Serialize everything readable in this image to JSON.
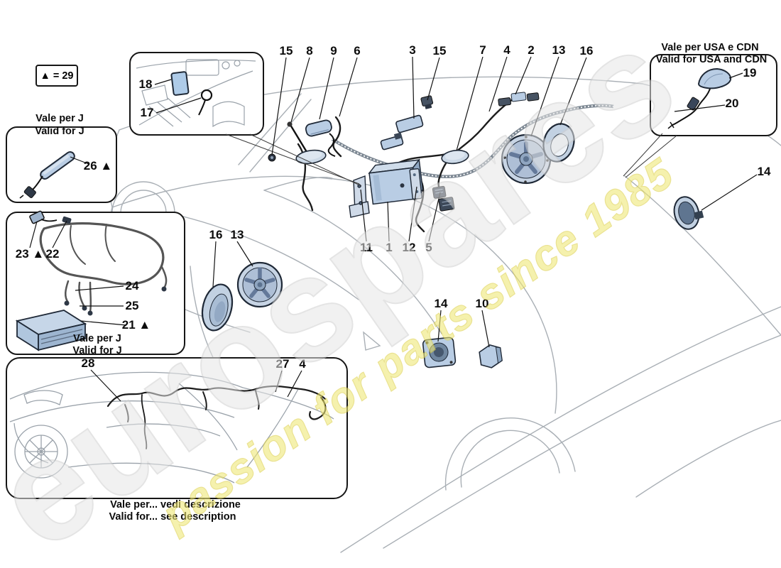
{
  "legend": {
    "note": "▲ = 29"
  },
  "watermark": {
    "brand": "eurospares",
    "tagline": "passion for parts since 1985",
    "brand_color": "#e6e6e6",
    "tagline_color": "#efe878"
  },
  "insets": {
    "engine_bay": {
      "description": "engine-bay mounting location detail"
    },
    "j_antenna": {
      "title1": "Vale per J",
      "title2": "Valid for J"
    },
    "j_harness": {
      "caption1": "Vale per J",
      "caption2": "Valid for J"
    },
    "usa_cdn": {
      "title1": "Vale per USA e CDN",
      "title2": "Valid for USA and CDN"
    },
    "bottom": {
      "caption1": "Vale per... vedi descrizione",
      "caption2": "Valid for... see description"
    }
  },
  "part_labels": [
    {
      "text": "15"
    },
    {
      "text": "8"
    },
    {
      "text": "9"
    },
    {
      "text": "6"
    },
    {
      "text": "3"
    },
    {
      "text": "15"
    },
    {
      "text": "7"
    },
    {
      "text": "4"
    },
    {
      "text": "2"
    },
    {
      "text": "13"
    },
    {
      "text": "16"
    },
    {
      "text": "18"
    },
    {
      "text": "17"
    },
    {
      "text": "26 ▲"
    },
    {
      "text": "23 ▲"
    },
    {
      "text": "22"
    },
    {
      "text": "24"
    },
    {
      "text": "25"
    },
    {
      "text": "21 ▲"
    },
    {
      "text": "16"
    },
    {
      "text": "13"
    },
    {
      "text": "11"
    },
    {
      "text": "1"
    },
    {
      "text": "12"
    },
    {
      "text": "5"
    },
    {
      "text": "14"
    },
    {
      "text": "10"
    },
    {
      "text": "14"
    },
    {
      "text": "19"
    },
    {
      "text": "20"
    },
    {
      "text": "28"
    },
    {
      "text": "27"
    },
    {
      "text": "4"
    }
  ],
  "colors": {
    "part_fill": "#b9cde4",
    "part_fill_dark": "#8fa7c2",
    "part_stroke": "#1f2937",
    "car_line": "#a9afb5",
    "harness": "#1c1c1c",
    "label_color": "#0c0c0c"
  }
}
